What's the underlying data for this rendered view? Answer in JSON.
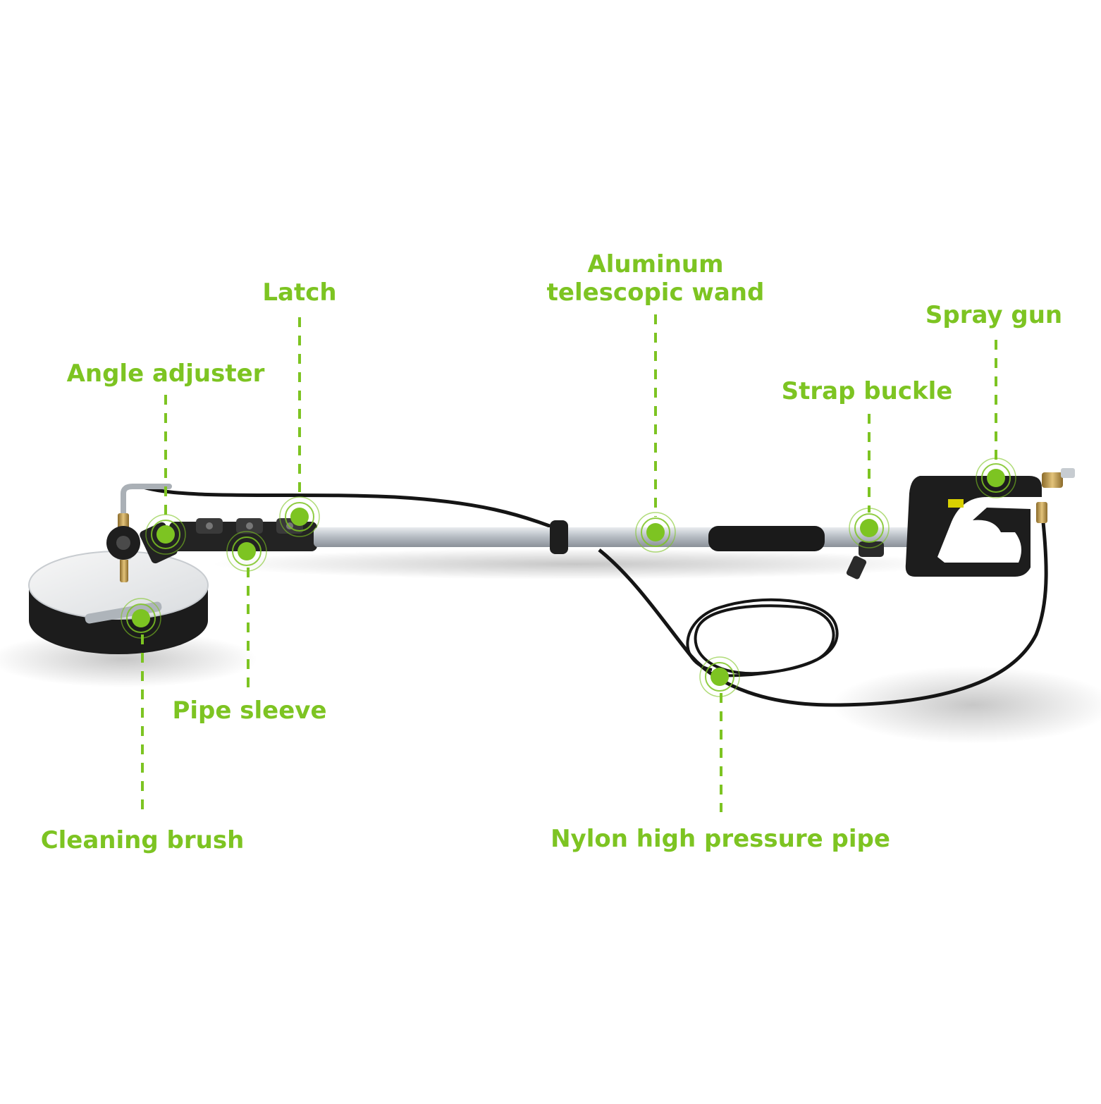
{
  "accent_color": "#7dc422",
  "product": {
    "icon": "pressure-washer-telescopic-brush-illustration"
  },
  "callouts": [
    {
      "id": "angle-adjuster",
      "text": "Angle adjuster"
    },
    {
      "id": "latch",
      "text": "Latch"
    },
    {
      "id": "aluminum-telescopic-wand",
      "text": "Aluminum\ntelescopic wand"
    },
    {
      "id": "spray-gun",
      "text": "Spray gun"
    },
    {
      "id": "strap-buckle",
      "text": "Strap buckle"
    },
    {
      "id": "pipe-sleeve",
      "text": "Pipe sleeve"
    },
    {
      "id": "cleaning-brush",
      "text": "Cleaning brush"
    },
    {
      "id": "nylon-high-pressure-pipe",
      "text": "Nylon high pressure pipe"
    }
  ]
}
